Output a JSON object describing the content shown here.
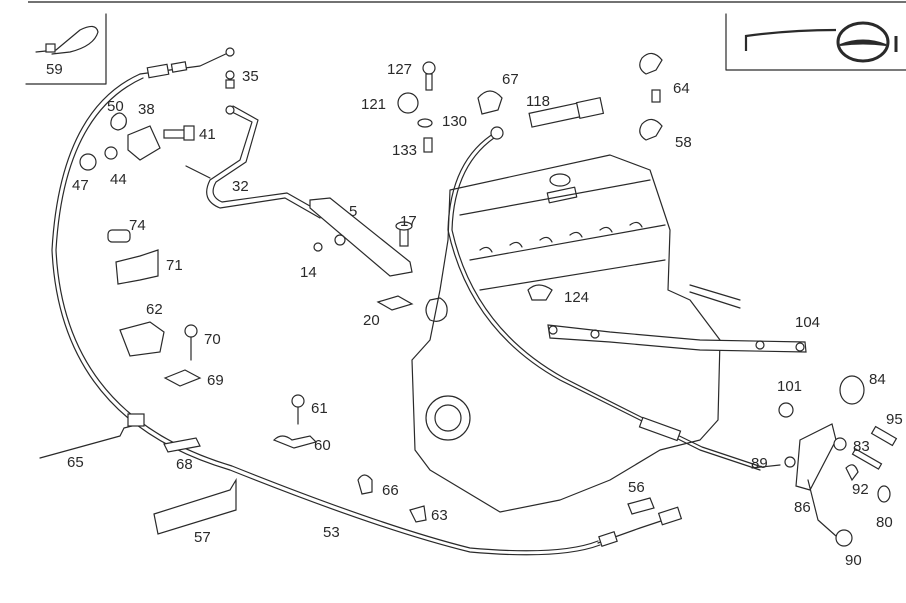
{
  "diagram": {
    "type": "exploded-parts-diagram",
    "subject": "accelerator pedal linkage and throttle control cable",
    "inset_icons": [
      {
        "name": "cable-tie-inset",
        "part": "59"
      },
      {
        "name": "steering-wheel-orientation-icon",
        "suffix": "1"
      }
    ],
    "parts": [
      {
        "id": "p59",
        "number": "59"
      },
      {
        "id": "p35",
        "number": "35"
      },
      {
        "id": "p50",
        "number": "50"
      },
      {
        "id": "p38",
        "number": "38"
      },
      {
        "id": "p41",
        "number": "41"
      },
      {
        "id": "p47",
        "number": "47"
      },
      {
        "id": "p44",
        "number": "44"
      },
      {
        "id": "p32",
        "number": "32"
      },
      {
        "id": "p127",
        "number": "127"
      },
      {
        "id": "p121",
        "number": "121"
      },
      {
        "id": "p130",
        "number": "130"
      },
      {
        "id": "p133",
        "number": "133"
      },
      {
        "id": "p67",
        "number": "67"
      },
      {
        "id": "p118",
        "number": "118"
      },
      {
        "id": "p64",
        "number": "64"
      },
      {
        "id": "p58",
        "number": "58"
      },
      {
        "id": "p5",
        "number": "5"
      },
      {
        "id": "p17",
        "number": "17"
      },
      {
        "id": "p14",
        "number": "14"
      },
      {
        "id": "p20",
        "number": "20"
      },
      {
        "id": "p74",
        "number": "74"
      },
      {
        "id": "p71",
        "number": "71"
      },
      {
        "id": "p62",
        "number": "62"
      },
      {
        "id": "p70",
        "number": "70"
      },
      {
        "id": "p69",
        "number": "69"
      },
      {
        "id": "p124",
        "number": "124"
      },
      {
        "id": "p104",
        "number": "104"
      },
      {
        "id": "p101",
        "number": "101"
      },
      {
        "id": "p84",
        "number": "84"
      },
      {
        "id": "p95",
        "number": "95"
      },
      {
        "id": "p83",
        "number": "83"
      },
      {
        "id": "p89",
        "number": "89"
      },
      {
        "id": "p92",
        "number": "92"
      },
      {
        "id": "p86",
        "number": "86"
      },
      {
        "id": "p80",
        "number": "80"
      },
      {
        "id": "p90",
        "number": "90"
      },
      {
        "id": "p61",
        "number": "61"
      },
      {
        "id": "p60",
        "number": "60"
      },
      {
        "id": "p65",
        "number": "65"
      },
      {
        "id": "p68",
        "number": "68"
      },
      {
        "id": "p66",
        "number": "66"
      },
      {
        "id": "p63",
        "number": "63"
      },
      {
        "id": "p56",
        "number": "56"
      },
      {
        "id": "p57",
        "number": "57"
      },
      {
        "id": "p53",
        "number": "53"
      }
    ]
  }
}
